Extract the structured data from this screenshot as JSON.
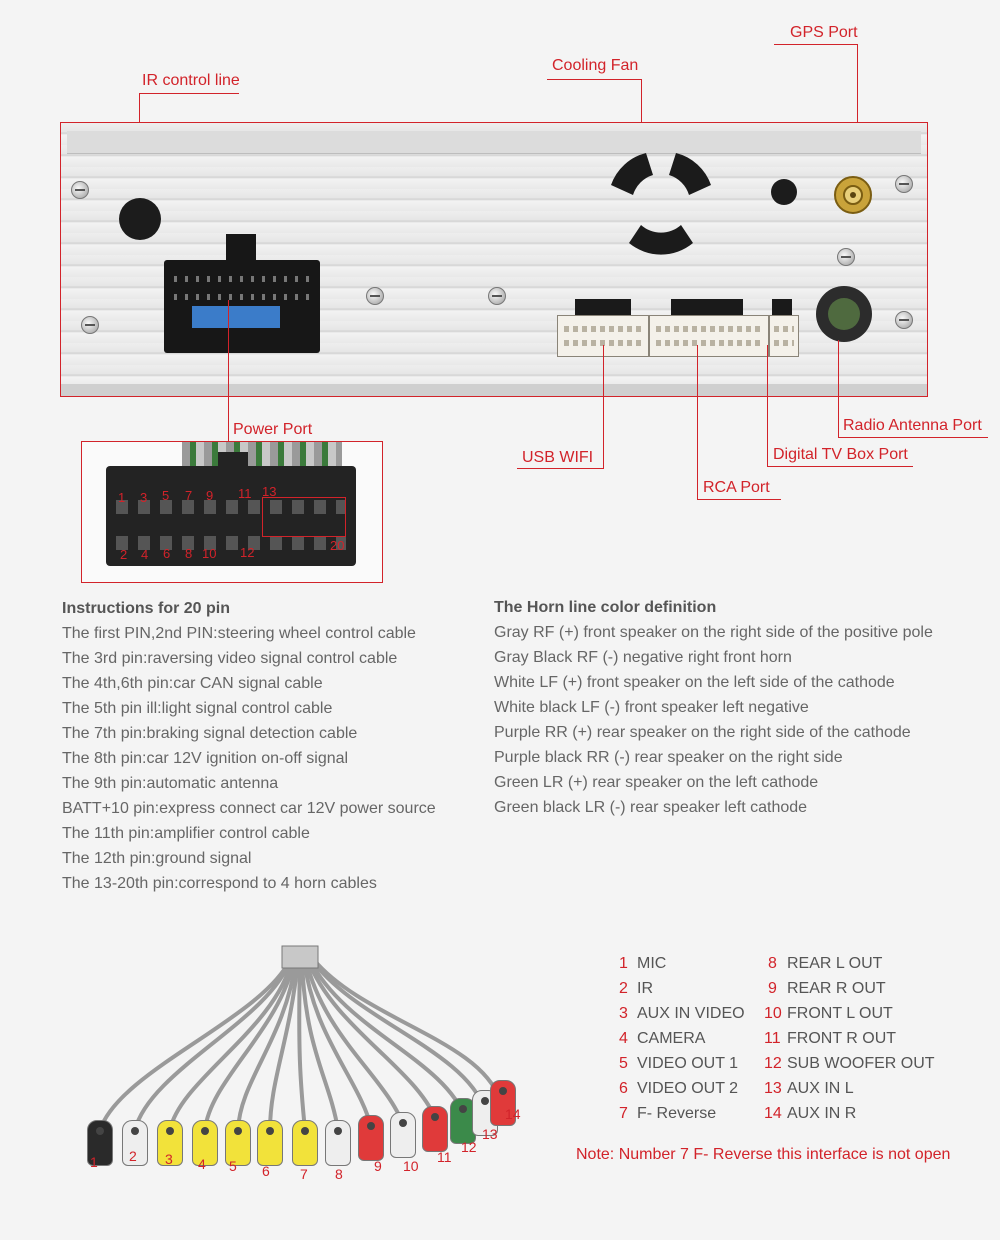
{
  "labels": {
    "gps_port": "GPS Port",
    "cooling_fan": "Cooling Fan",
    "ir_control_line": "IR control line",
    "power_port": "Power Port",
    "radio_antenna_port": "Radio Antenna Port",
    "usb_wifi": "USB WIFI",
    "digital_tv_box_port": "Digital TV Box Port",
    "rca_port": "RCA Port"
  },
  "power_pins": [
    "1",
    "3",
    "5",
    "7",
    "9",
    "11",
    "13",
    "2",
    "4",
    "6",
    "8",
    "10",
    "12",
    "20"
  ],
  "instructions": {
    "title": "Instructions for 20 pin",
    "lines": [
      "The first PIN,2nd PIN:steering wheel control cable",
      "The 3rd pin:raversing video signal control cable",
      "The 4th,6th pin:car CAN signal cable",
      "The 5th pin ill:light signal control cable",
      "The 7th pin:braking signal detection cable",
      "The 8th pin:car 12V ignition on-off signal",
      "The 9th pin:automatic antenna",
      "BATT+10 pin:express connect car 12V power source",
      "The 11th pin:amplifier control cable",
      "The 12th pin:ground signal",
      "The 13-20th pin:correspond to 4 horn cables"
    ]
  },
  "horn": {
    "title": "The Horn line color definition",
    "lines": [
      "Gray RF (+) front speaker on the right side of the positive pole",
      "Gray Black RF (-) negative right front horn",
      "White LF (+) front speaker on the left side of the cathode",
      "White black LF (-) front speaker left negative",
      "Purple RR (+) rear speaker on the right side of the cathode",
      "Purple black RR (-) rear speaker on the right side",
      "Green LR (+) rear speaker on the left cathode",
      "Green black LR (-) rear speaker left cathode"
    ]
  },
  "rca_legend": {
    "left": [
      {
        "num": "1",
        "label": "MIC"
      },
      {
        "num": "2",
        "label": "IR"
      },
      {
        "num": "3",
        "label": "AUX IN VIDEO"
      },
      {
        "num": "4",
        "label": "CAMERA"
      },
      {
        "num": "5",
        "label": "VIDEO OUT 1"
      },
      {
        "num": "6",
        "label": "VIDEO OUT 2"
      },
      {
        "num": "7",
        "label": "F- Reverse"
      }
    ],
    "right": [
      {
        "num": "8",
        "label": "REAR L OUT"
      },
      {
        "num": "9",
        "label": "REAR R OUT"
      },
      {
        "num": "10",
        "label": "FRONT L OUT"
      },
      {
        "num": "11",
        "label": "FRONT R OUT"
      },
      {
        "num": "12",
        "label": "SUB WOOFER OUT"
      },
      {
        "num": "13",
        "label": "AUX IN L"
      },
      {
        "num": "14",
        "label": "AUX IN R"
      }
    ],
    "note": "Note: Number 7 F- Reverse this interface is not open"
  },
  "cable_numbers": [
    "1",
    "2",
    "3",
    "4",
    "5",
    "6",
    "7",
    "8",
    "9",
    "10",
    "11",
    "12",
    "13",
    "14"
  ],
  "colors": {
    "accent_red": "#d2232a",
    "text_gray": "#666666"
  }
}
